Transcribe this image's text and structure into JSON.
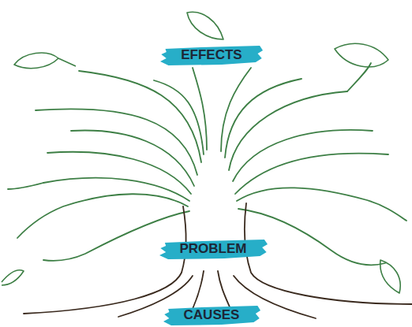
{
  "diagram": {
    "nodes": [
      {
        "text": [
          "EFFECTS"
        ]
      },
      {
        "text": [
          "PROBLEM"
        ]
      },
      {
        "text": [
          "CAUSES"
        ]
      }
    ]
  }
}
